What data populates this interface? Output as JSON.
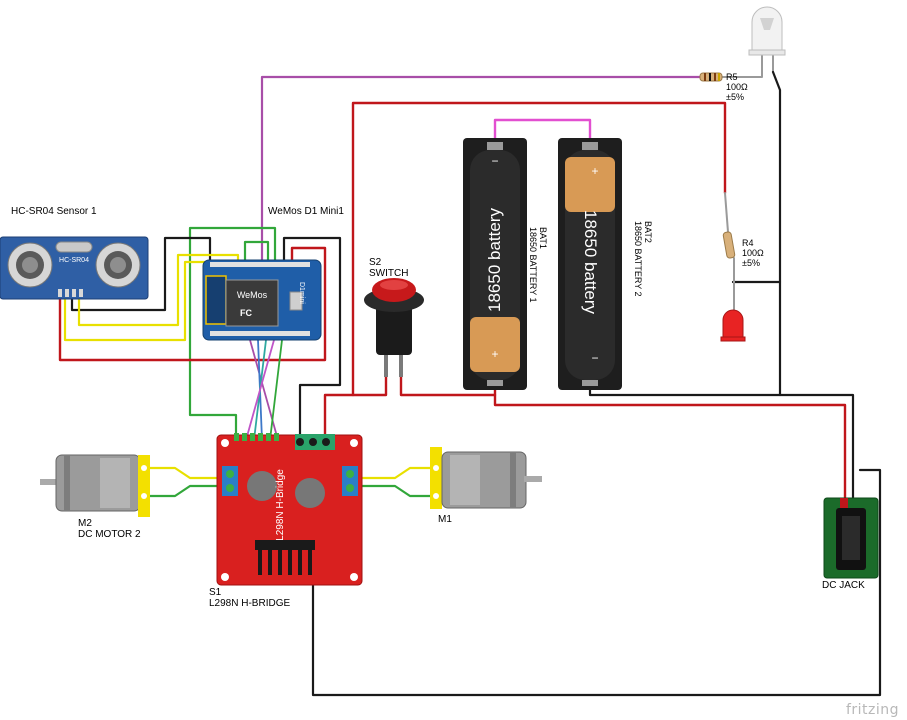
{
  "labels": {
    "sensor": "HC-SR04 Sensor 1",
    "wemos": "WeMos D1 Mini1",
    "switch_ref": "S2",
    "switch_name": "SWITCH",
    "bat1_ref": "BAT1",
    "bat1_name": "18650 BATTERY 1",
    "bat2_ref": "BAT2",
    "bat2_name": "18650 BATTERY 2",
    "r5_ref": "R5",
    "r5_value": "100Ω",
    "r5_tol": "±5%",
    "r4_ref": "R4",
    "r4_value": "100Ω",
    "r4_tol": "±5%",
    "m2_ref": "M2",
    "m2_name": "DC MOTOR 2",
    "m1_ref": "M1",
    "s1_ref": "S1",
    "s1_name": "L298N H-BRIDGE",
    "dcjack": "DC JACK",
    "battery_text": "18650 battery",
    "hbridge_text": "L298N H-Bridge",
    "sensor_board_text": "HC-SR04",
    "wemos_board_text": "WeMos",
    "d1_mini_text": "D1mini",
    "fritzing": "fritzing"
  },
  "colors": {
    "wire_red": "#c0161b",
    "wire_black": "#1a1a1a",
    "wire_green": "#32a73a",
    "wire_yellow": "#e8e000",
    "wire_purple": "#a84ea8",
    "wire_magenta": "#e24fd0",
    "hbridge_board": "#d9201f",
    "wemos_board": "#1f5ea8",
    "sensor_board": "#2f5fa5",
    "jack_board": "#1b6b2a",
    "battery_body": "#1e1e1e",
    "battery_copper": "#d89a55"
  }
}
